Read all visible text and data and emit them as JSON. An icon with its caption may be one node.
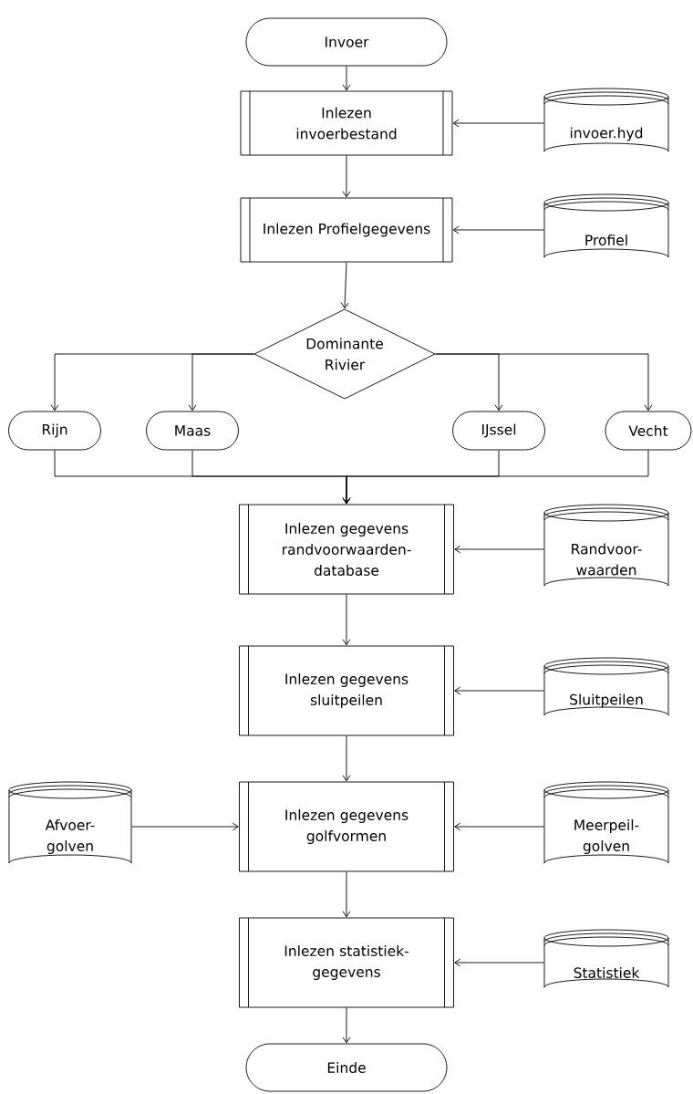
{
  "diagram": {
    "nodes": [
      {
        "text": [
          "Invoer"
        ]
      },
      {
        "text": [
          "Inlezen invoerbestand"
        ]
      },
      {
        "text": [
          "invoer.hyd"
        ]
      },
      {
        "text": [
          "Inlezen Profielgegevens"
        ]
      },
      {
        "text": [
          "Profiel"
        ]
      },
      {
        "text": [
          "Dominante Rivier"
        ]
      },
      {
        "text": [
          "Rijn"
        ]
      },
      {
        "text": [
          "Maas"
        ]
      },
      {
        "text": [
          "IJssel"
        ]
      },
      {
        "text": [
          "Vecht"
        ]
      },
      {
        "text": [
          "Inlezen gegevens randvoorwaarden-database"
        ]
      },
      {
        "text": [
          "Randvoor-waarden"
        ]
      },
      {
        "text": [
          "Inlezen gegevens sluitpeilen"
        ]
      },
      {
        "text": [
          "Sluitpeilen"
        ]
      },
      {
        "text": [
          "Inlezen gegevens golfvormen"
        ]
      },
      {
        "text": [
          "Afvoer-golven"
        ]
      },
      {
        "text": [
          "Meerpeil-golven"
        ]
      },
      {
        "text": [
          "Inlezen statistiek-gegevens"
        ]
      },
      {
        "text": [
          "Statistiek"
        ]
      },
      {
        "text": [
          "Einde"
        ]
      }
    ],
    "edges": [
      {
        "from": 0,
        "to": 1,
        "arrow": "to"
      },
      {
        "from": 2,
        "to": 1,
        "arrow": "to"
      },
      {
        "from": 1,
        "to": 3,
        "arrow": "to"
      },
      {
        "from": 4,
        "to": 3,
        "arrow": "to"
      },
      {
        "from": 3,
        "to": 5,
        "arrow": "to"
      },
      {
        "from": 5,
        "to": 6,
        "arrow": "to"
      },
      {
        "from": 5,
        "to": 7,
        "arrow": "to"
      },
      {
        "from": 5,
        "to": 8,
        "arrow": "to"
      },
      {
        "from": 5,
        "to": 9,
        "arrow": "to"
      },
      {
        "from": 6,
        "to": 10,
        "arrow": "to"
      },
      {
        "from": 7,
        "to": 10,
        "arrow": "to"
      },
      {
        "from": 8,
        "to": 10,
        "arrow": "to"
      },
      {
        "from": 9,
        "to": 10,
        "arrow": "to"
      },
      {
        "from": 11,
        "to": 10,
        "arrow": "to"
      },
      {
        "from": 10,
        "to": 12,
        "arrow": "to"
      },
      {
        "from": 13,
        "to": 12,
        "arrow": "to"
      },
      {
        "from": 12,
        "to": 14,
        "arrow": "to"
      },
      {
        "from": 15,
        "to": 14,
        "arrow": "to"
      },
      {
        "from": 16,
        "to": 14,
        "arrow": "to"
      },
      {
        "from": 14,
        "to": 17,
        "arrow": "to"
      },
      {
        "from": 18,
        "to": 17,
        "arrow": "to"
      },
      {
        "from": 17,
        "to": 19,
        "arrow": "to"
      }
    ]
  }
}
